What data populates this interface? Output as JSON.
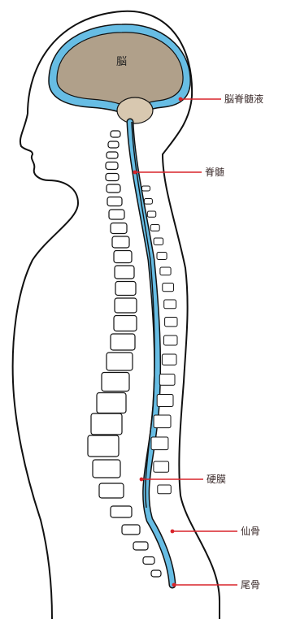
{
  "labels": {
    "brain": "脳",
    "csf": "脳脊髄液",
    "spinal_cord": "脊髄",
    "dura": "硬膜",
    "sacrum": "仙骨",
    "coccyx": "尾骨"
  },
  "colors": {
    "outline": "#111111",
    "brain": "#b0a08a",
    "brainstem": "#d8c8b0",
    "csf": "#67bde4",
    "leader": "#d8232a",
    "background": "#ffffff"
  }
}
